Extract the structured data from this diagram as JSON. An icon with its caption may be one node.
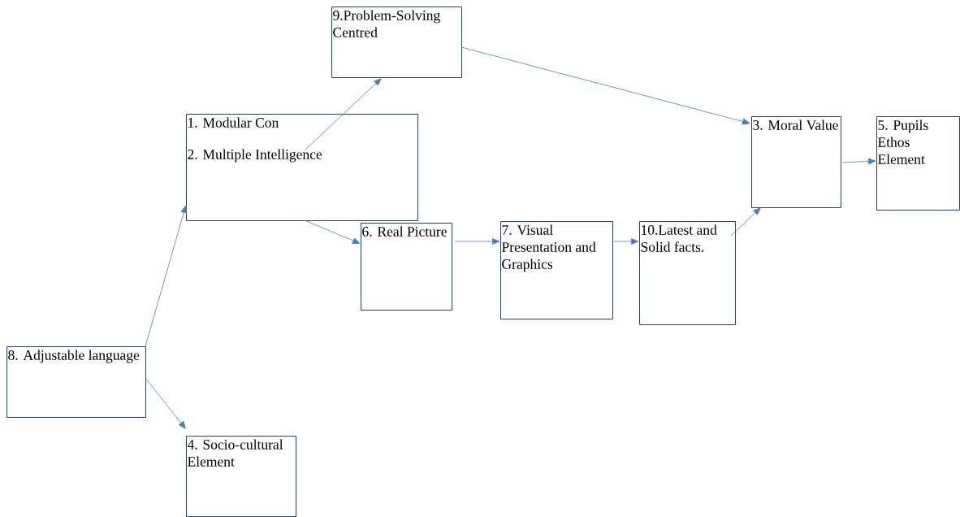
{
  "diagram": {
    "nodes": [
      {
        "text": [
          "9.Problem-Solving Centred"
        ]
      },
      {
        "text": [
          "1. Modular Con",
          "2. Multiple Intelligence"
        ]
      },
      {
        "text": [
          "6. Real Picture"
        ]
      },
      {
        "text": [
          "7. Visual Presentation and Graphics"
        ]
      },
      {
        "text": [
          "10.Latest and Solid facts."
        ]
      },
      {
        "text": [
          "3. Moral Value"
        ]
      },
      {
        "text": [
          "5. Pupils Ethos Element"
        ]
      },
      {
        "text": [
          "8. Adjustable language"
        ]
      },
      {
        "text": [
          "4. Socio-cultural Element"
        ]
      }
    ],
    "edges": [
      {
        "from": 7,
        "to": 1,
        "arrow": "to"
      },
      {
        "from": 7,
        "to": 8,
        "arrow": "to"
      },
      {
        "from": 1,
        "to": 0,
        "arrow": "to"
      },
      {
        "from": 1,
        "to": 2,
        "arrow": "to"
      },
      {
        "from": 2,
        "to": 3,
        "arrow": "to"
      },
      {
        "from": 3,
        "to": 4,
        "arrow": "to"
      },
      {
        "from": 4,
        "to": 5,
        "arrow": "to"
      },
      {
        "from": 0,
        "to": 5,
        "arrow": "to"
      },
      {
        "from": 5,
        "to": 6,
        "arrow": "to"
      }
    ]
  }
}
